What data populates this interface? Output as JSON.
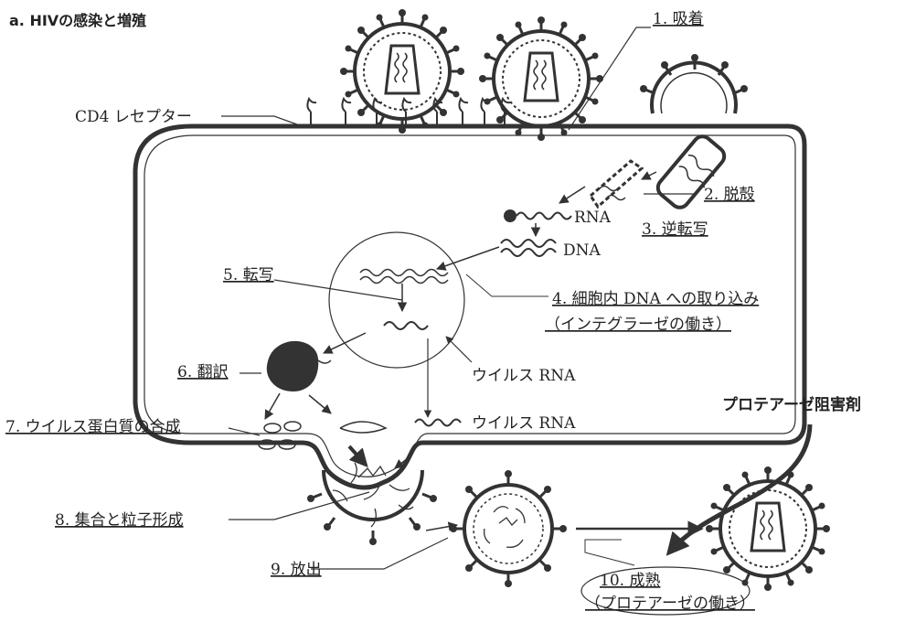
{
  "title": "a.  HIVの感染と増殖",
  "labels": {
    "cd4_receptor": "CD4 レセプター",
    "rna": "RNA",
    "dna": "DNA",
    "viral_rna_1": "ウイルス RNA",
    "viral_rna_2": "ウイルス RNA",
    "protease_inhibitor": "プロテアーゼ阻害剤"
  },
  "steps": {
    "s1": "1. 吸着",
    "s2": "2. 脱殻",
    "s3": "3. 逆転写",
    "s4_line1": "4. 細胞内 DNA への取り込み",
    "s4_line2": "（インテグラーゼの働き）",
    "s5": "5. 転写",
    "s6": "6. 翻訳",
    "s7": "7. ウイルス蛋白質の合成",
    "s8": "8. 集合と粒子形成",
    "s9": "9. 放出",
    "s10_line1": "10. 成熟",
    "s10_line2": "（プロテアーゼの働き）"
  }
}
